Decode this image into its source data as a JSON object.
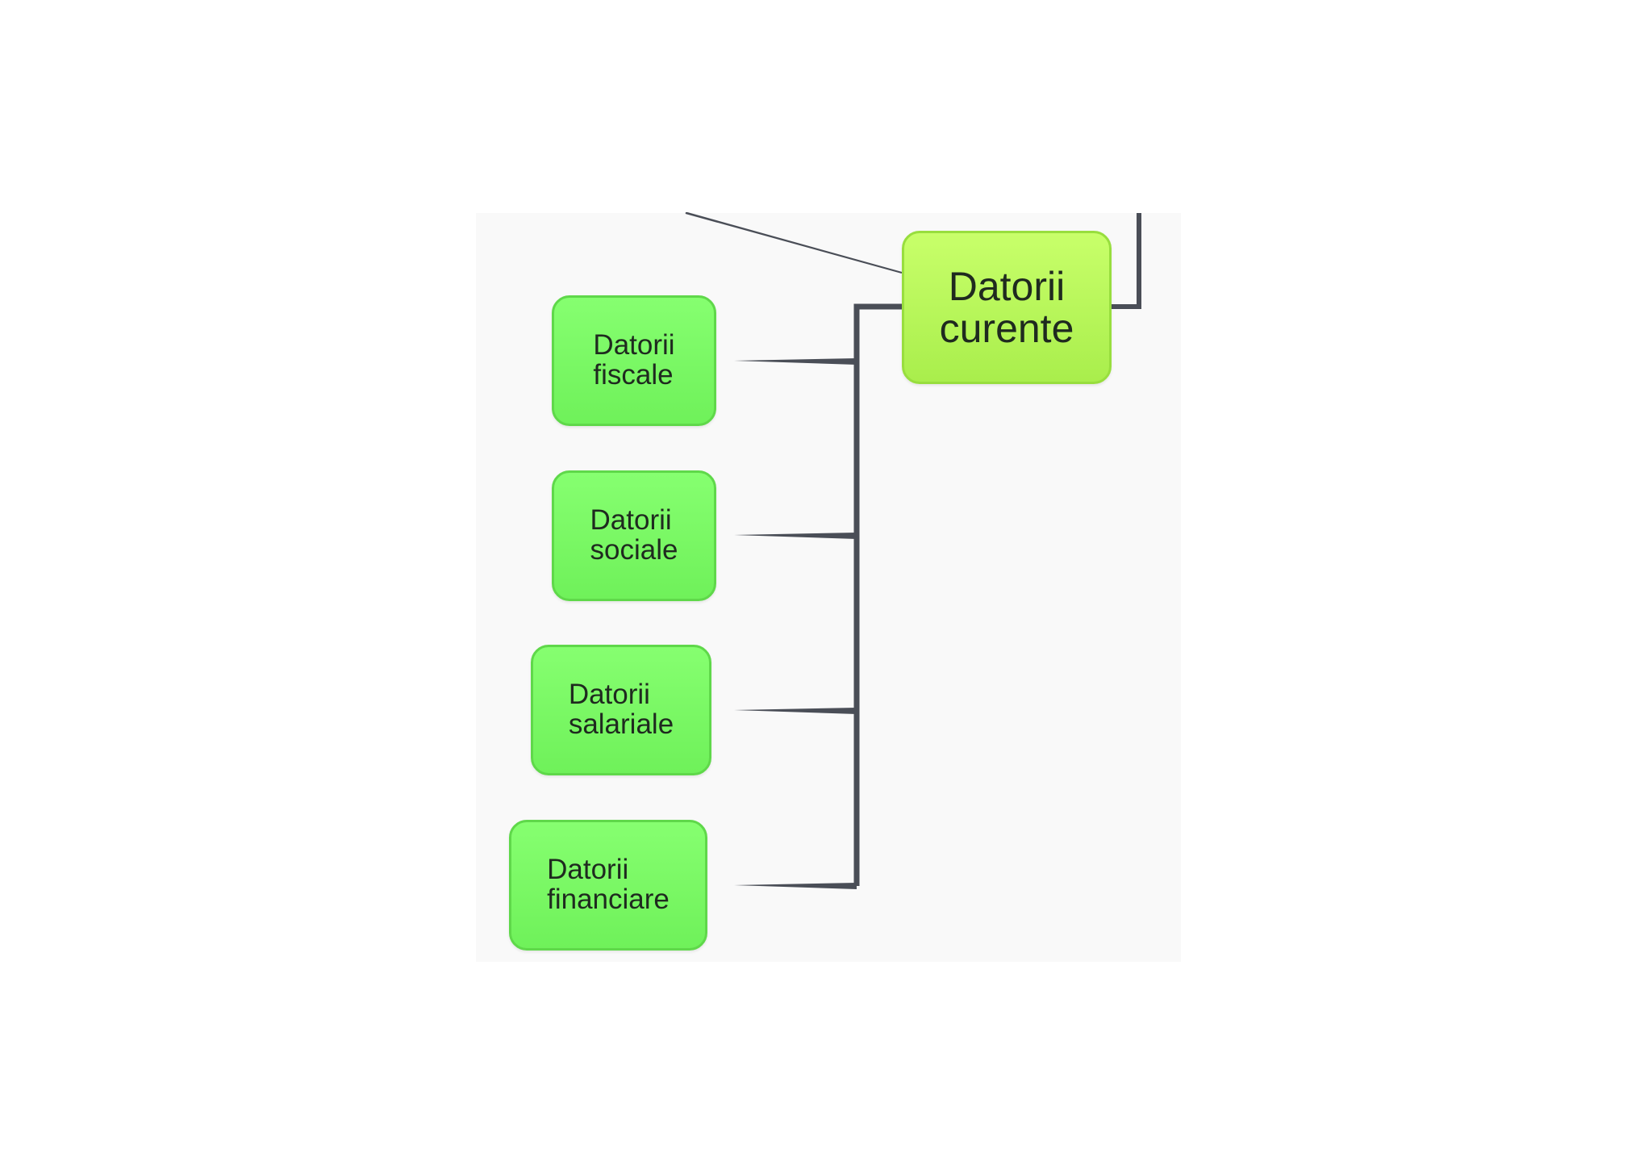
{
  "diagram": {
    "root": {
      "label": "Datorii\ncurente"
    },
    "children": [
      {
        "label": "Datorii\nfiscale"
      },
      {
        "label": "Datorii\nsociale"
      },
      {
        "label": "Datorii\nsalariale"
      },
      {
        "label": "Datorii\nfinanciare"
      }
    ]
  },
  "colors": {
    "child_fill": "#78f864",
    "child_border": "#5fd84a",
    "parent_fill": "#b8f75a",
    "parent_border": "#98de3e",
    "connector": "#4a4e57",
    "canvas_bg": "#f9f9f9"
  }
}
